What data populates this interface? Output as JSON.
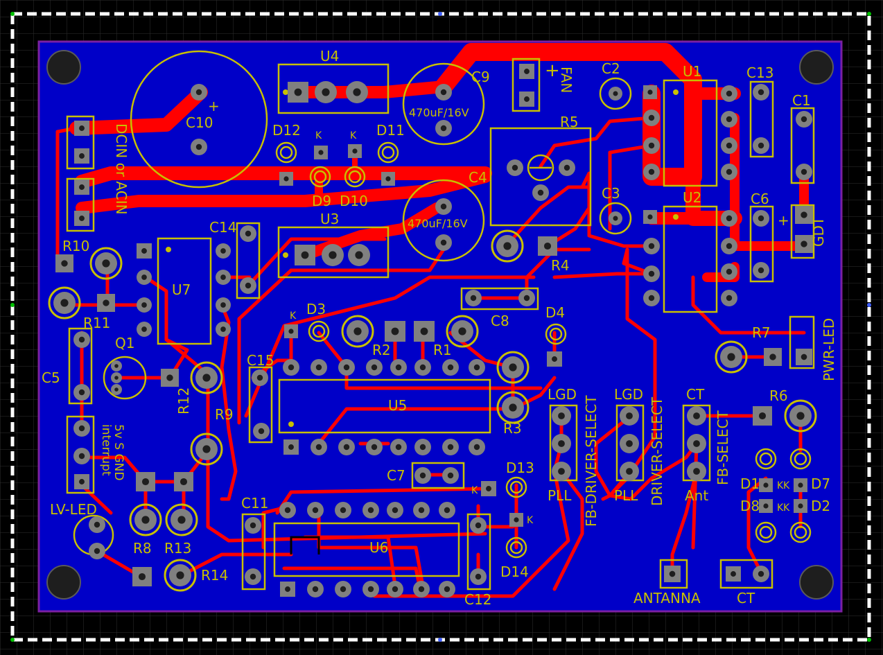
{
  "colors": {
    "background": "#000000",
    "grid": "#2f2f2f",
    "board": "#0000c8",
    "outline": "#7b1fa2",
    "trace": "#ff0000",
    "silk": "#c8c000",
    "pad": "#808080",
    "hole": "#1e1e1e",
    "marker": "#00c000",
    "keepout": "#ffffff"
  },
  "labels": {
    "U4": "U4",
    "U3": "U3",
    "U1": "U1",
    "U2": "U2",
    "U5": "U5",
    "U6": "U6",
    "U7": "U7",
    "C1": "C1",
    "C2": "C2",
    "C3": "C3",
    "C4": "C4",
    "C5": "C5",
    "C6": "C6",
    "C7": "C7",
    "C8": "C8",
    "C9": "C9",
    "C10": "C10",
    "C11": "C11",
    "C12": "C12",
    "C13": "C13",
    "C14": "C14",
    "C15": "C15",
    "R1": "R1",
    "R2": "R2",
    "R3": "R3",
    "R4": "R4",
    "R5": "R5",
    "R6": "R6",
    "R7": "R7",
    "R8": "R8",
    "R9": "R9",
    "R10": "R10",
    "R11": "R11",
    "R12": "R12",
    "R13": "R13",
    "R14": "R14",
    "D1": "D1",
    "D2": "D2",
    "D3": "D3",
    "D4": "D4",
    "D7": "D7",
    "D8": "D8",
    "D9": "D9",
    "D10": "D10",
    "D11": "D11",
    "D12": "D12",
    "D13": "D13",
    "D14": "D14",
    "Q1": "Q1",
    "cap_c9_value": "470uF/16V",
    "cap_c4_value": "470uF/16V",
    "dcin": "DCIN or ACIN",
    "fan": "FAN",
    "gdt": "GDT",
    "pwr_led": "PWR-LED",
    "lv_led": "LV-LED",
    "fb_driver_select": "FB-DRIVER-SELECT",
    "driver_select": "DRIVER-SELECT",
    "fb_select": "FB-SELECT",
    "lgd": "LGD",
    "pll": "PLL",
    "ct": "CT",
    "ant": "Ant",
    "antanna": "ANTANNA",
    "interrupt": "interrupt",
    "header_5v": "5v S GND",
    "k": "K",
    "plus": "+",
    "minus": "—"
  }
}
